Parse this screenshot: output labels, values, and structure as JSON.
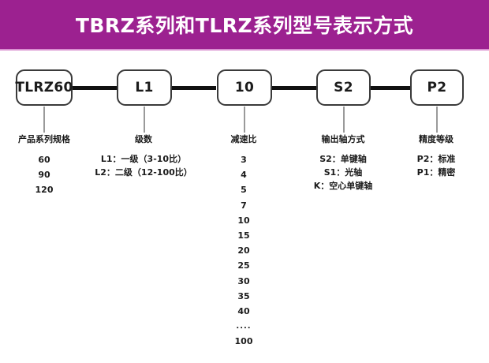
{
  "banner": {
    "title": "TBRZ系列和TLRZ系列型号表示方式",
    "background_color": "#9C2190",
    "text_color": "#FFFFFF",
    "underline_color": "#D98FD0"
  },
  "boxes": [
    {
      "label": "TLRZ60",
      "name": "product-series-box"
    },
    {
      "label": "L1",
      "name": "stage-box"
    },
    {
      "label": "10",
      "name": "ratio-box"
    },
    {
      "label": "S2",
      "name": "output-shaft-box"
    },
    {
      "label": "P2",
      "name": "accuracy-box"
    }
  ],
  "columns": [
    {
      "title": "产品系列规格",
      "items": [
        "60",
        "90",
        "120"
      ]
    },
    {
      "title": "级数",
      "items": [
        "L1：一级（3-10比）",
        "L2：二级（12-100比）"
      ]
    },
    {
      "title": "减速比",
      "items": [
        "3",
        "4",
        "5",
        "7",
        "10",
        "15",
        "20",
        "25",
        "30",
        "35",
        "40",
        "....",
        "100"
      ]
    },
    {
      "title": "输出轴方式",
      "items": [
        "S2：单键轴",
        "S1：光轴",
        "K：空心单键轴"
      ]
    },
    {
      "title": "精度等级",
      "items": [
        "P2：标准",
        "P1：精密"
      ]
    }
  ]
}
